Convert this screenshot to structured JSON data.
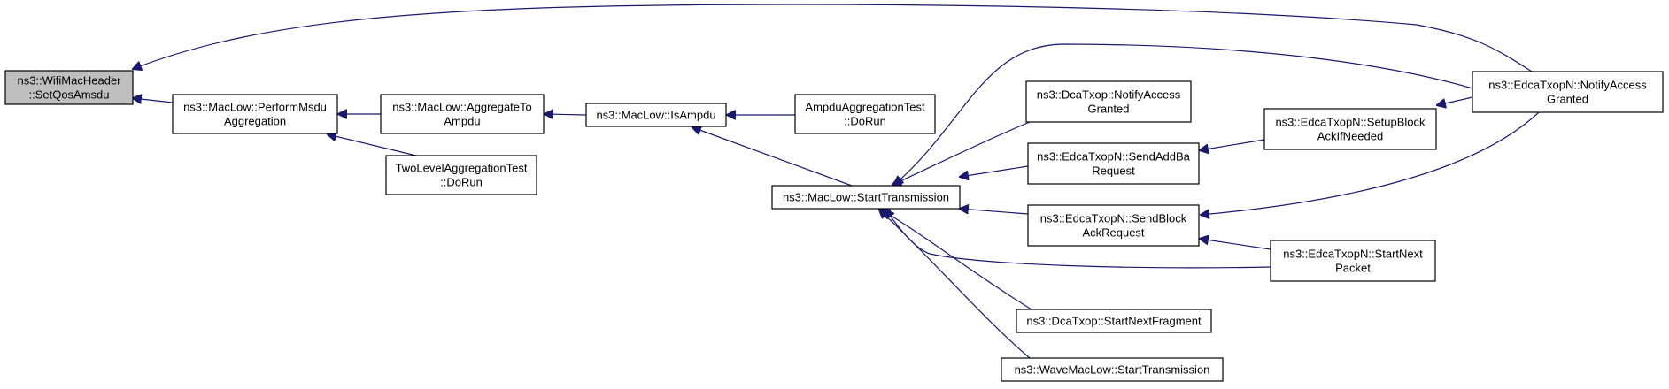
{
  "diagram": {
    "type": "call-graph",
    "colors": {
      "edge": "#191970",
      "root_fill": "#bfbfbf",
      "node_fill": "#ffffff",
      "node_border": "#000000"
    },
    "nodes": [
      {
        "id": "wifimacheader",
        "lines": [
          "ns3::WifiMacHeader",
          "::SetQosAmsdu"
        ],
        "root": true
      },
      {
        "id": "performmsdu",
        "lines": [
          "ns3::MacLow::PerformMsdu",
          "Aggregation"
        ]
      },
      {
        "id": "aggregateto",
        "lines": [
          "ns3::MacLow::AggregateTo",
          "Ampdu"
        ]
      },
      {
        "id": "twolevel",
        "lines": [
          "TwoLevelAggregationTest",
          "::DoRun"
        ]
      },
      {
        "id": "isampdu",
        "lines": [
          "ns3::MacLow::IsAmpdu"
        ]
      },
      {
        "id": "ampdutest",
        "lines": [
          "AmpduAggregationTest",
          "::DoRun"
        ]
      },
      {
        "id": "starttransmission",
        "lines": [
          "ns3::MacLow::StartTransmission"
        ]
      },
      {
        "id": "dcanotify",
        "lines": [
          "ns3::DcaTxop::NotifyAccess",
          "Granted"
        ]
      },
      {
        "id": "sendaddba",
        "lines": [
          "ns3::EdcaTxopN::SendAddBa",
          "Request"
        ]
      },
      {
        "id": "sendblockack",
        "lines": [
          "ns3::EdcaTxopN::SendBlock",
          "AckRequest"
        ]
      },
      {
        "id": "dcastartnext",
        "lines": [
          "ns3::DcaTxop::StartNextFragment"
        ]
      },
      {
        "id": "wavemaclow",
        "lines": [
          "ns3::WaveMacLow::StartTransmission"
        ]
      },
      {
        "id": "setupblock",
        "lines": [
          "ns3::EdcaTxopN::SetupBlock",
          "AckIfNeeded"
        ]
      },
      {
        "id": "edcastartnext",
        "lines": [
          "ns3::EdcaTxopN::StartNext",
          "Packet"
        ]
      },
      {
        "id": "edcanotify",
        "lines": [
          "ns3::EdcaTxopN::NotifyAccess",
          "Granted"
        ]
      }
    ],
    "edges": [
      {
        "from": "performmsdu",
        "to": "wifimacheader"
      },
      {
        "from": "edcanotify",
        "to": "wifimacheader"
      },
      {
        "from": "aggregateto",
        "to": "performmsdu"
      },
      {
        "from": "twolevel",
        "to": "performmsdu"
      },
      {
        "from": "isampdu",
        "to": "aggregateto"
      },
      {
        "from": "ampdutest",
        "to": "isampdu"
      },
      {
        "from": "starttransmission",
        "to": "isampdu"
      },
      {
        "from": "dcanotify",
        "to": "starttransmission"
      },
      {
        "from": "sendaddba",
        "to": "starttransmission"
      },
      {
        "from": "sendblockack",
        "to": "starttransmission"
      },
      {
        "from": "dcastartnext",
        "to": "starttransmission"
      },
      {
        "from": "wavemaclow",
        "to": "starttransmission"
      },
      {
        "from": "edcanotify",
        "to": "starttransmission"
      },
      {
        "from": "edcastartnext",
        "to": "starttransmission"
      },
      {
        "from": "setupblock",
        "to": "sendaddba"
      },
      {
        "from": "edcastartnext",
        "to": "sendblockack"
      },
      {
        "from": "edcanotify",
        "to": "sendblockack"
      },
      {
        "from": "edcanotify",
        "to": "setupblock"
      }
    ]
  }
}
